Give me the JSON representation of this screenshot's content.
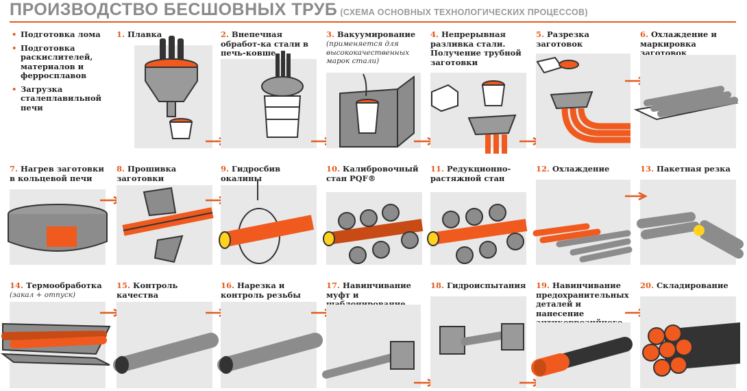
{
  "header": {
    "title": "ПРОИЗВОДСТВО БЕСШОВНЫХ ТРУБ",
    "subtitle": "(СХЕМА ОСНОВНЫХ ТЕХНОЛОГИЧЕСКИХ ПРОЦЕССОВ)"
  },
  "intro": [
    "Подготовка лома",
    "Подготовка раскислителей, материалов и ферросплавов",
    "Загрузка сталеплавильной печи"
  ],
  "steps": [
    {
      "num": "1.",
      "label": "Плавка"
    },
    {
      "num": "2.",
      "label": "Внепечная обработ-ка стали в печь-ковше"
    },
    {
      "num": "3.",
      "label": "Вакуумирование",
      "note": "(применяется для высококачественных марок стали)"
    },
    {
      "num": "4.",
      "label": "Непрерывная разливка стали. Получение трубной заготовки"
    },
    {
      "num": "5.",
      "label": "Разрезка заготовок"
    },
    {
      "num": "6.",
      "label": "Охлаждение и маркировка заготовок"
    },
    {
      "num": "7.",
      "label": "Нагрев заготовки в кольцевой печи"
    },
    {
      "num": "8.",
      "label": "Прошивка заготовки"
    },
    {
      "num": "9.",
      "label": "Гидросбив окалины"
    },
    {
      "num": "10.",
      "label": "Калибровочный стан PQF®"
    },
    {
      "num": "11.",
      "label": "Редукционно-растяжной стан"
    },
    {
      "num": "12.",
      "label": "Охлаждение"
    },
    {
      "num": "13.",
      "label": "Пакетная резка"
    },
    {
      "num": "14.",
      "label": "Термообработка",
      "note": "(закал + отпуск)"
    },
    {
      "num": "15.",
      "label": "Контроль качества"
    },
    {
      "num": "16.",
      "label": "Нарезка и контроль резьбы"
    },
    {
      "num": "17.",
      "label": "Навинчивание муфт и шаблонирование"
    },
    {
      "num": "18.",
      "label": "Гидроиспытания"
    },
    {
      "num": "19.",
      "label": "Навинчивание предохранительных деталей и нанесение антикоррозийного покрытия"
    },
    {
      "num": "20.",
      "label": "Складирование"
    }
  ],
  "colors": {
    "accent": "#e25a1c",
    "panel": "#e8e8e8",
    "steel": "#8c8c8c",
    "hot": "#f05a1e",
    "glow": "#ffd21e"
  }
}
